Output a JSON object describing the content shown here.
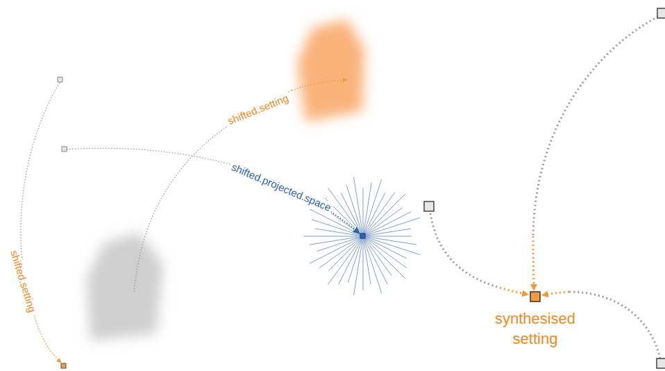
{
  "diagram": {
    "labels": [
      "shifted.setting",
      "shifted.projected.space",
      "shifted.setting",
      "synthesised setting"
    ]
  }
}
